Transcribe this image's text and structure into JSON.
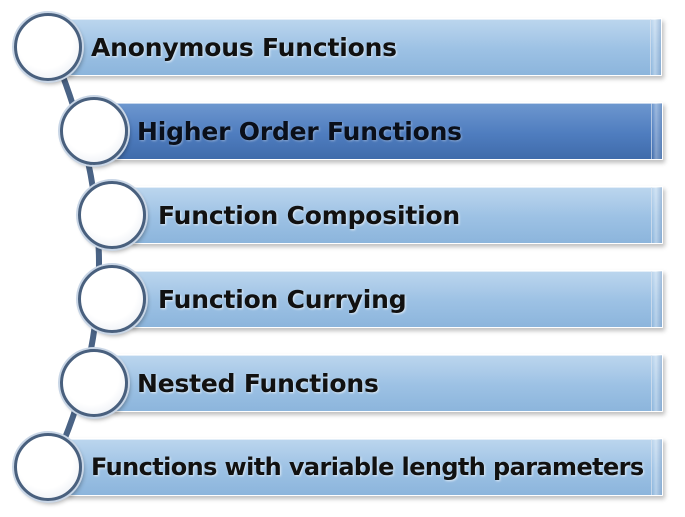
{
  "items": [
    {
      "label": "Anonymous Functions",
      "active": false
    },
    {
      "label": "Higher Order Functions",
      "active": true
    },
    {
      "label": "Function Composition",
      "active": false
    },
    {
      "label": "Function Currying",
      "active": false
    },
    {
      "label": "Nested Functions",
      "active": false
    },
    {
      "label": "Functions with variable length parameters",
      "active": false
    }
  ],
  "colors": {
    "bar": "#9cc1e4",
    "bar_active": "#4f7dbf",
    "connector": "#4a6385",
    "circle_border": "#49607e"
  }
}
